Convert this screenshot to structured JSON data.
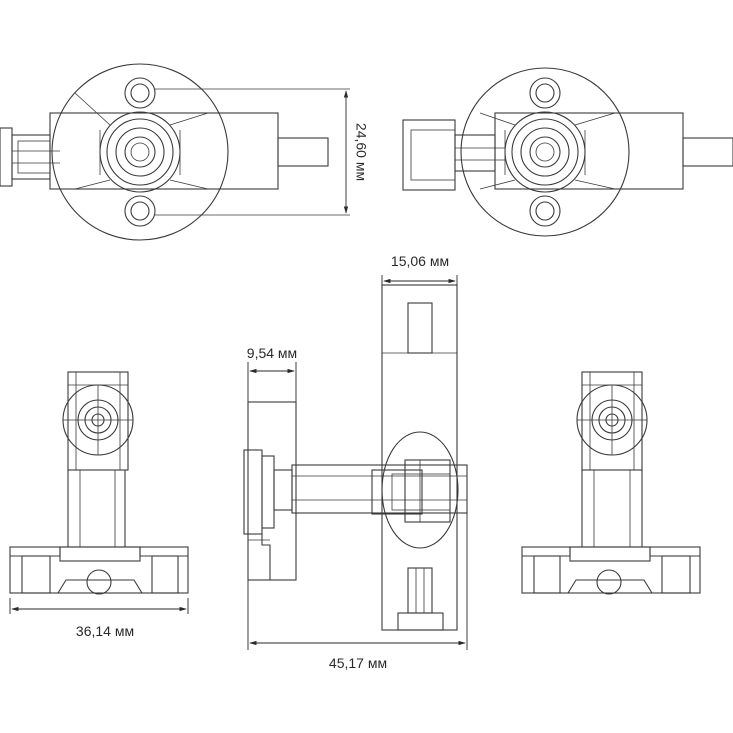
{
  "dimensions": {
    "flange_diameter": "24,60 мм",
    "body_width": "15,06 мм",
    "flange_thickness": "9,54 мм",
    "base_width": "36,14 мм",
    "overall_length": "45,17 мм"
  }
}
